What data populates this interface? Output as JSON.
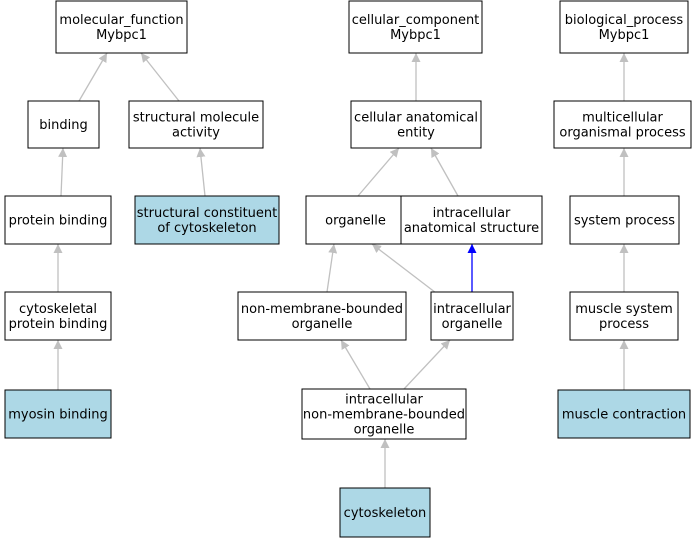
{
  "colors": {
    "default_fill": "#ffffff",
    "highlight_fill": "#add8e6",
    "border": "#000000",
    "edge_default": "#c0c0c0",
    "edge_special": "#0000ff"
  },
  "nodes": [
    {
      "id": "mf",
      "lines": [
        "molecular_function",
        "Mybpc1"
      ],
      "highlight": false
    },
    {
      "id": "bind",
      "lines": [
        "binding"
      ],
      "highlight": false
    },
    {
      "id": "sma",
      "lines": [
        "structural molecule",
        "activity"
      ],
      "highlight": false
    },
    {
      "id": "pb",
      "lines": [
        "protein binding"
      ],
      "highlight": false
    },
    {
      "id": "scc",
      "lines": [
        "structural constituent",
        "of cytoskeleton"
      ],
      "highlight": true
    },
    {
      "id": "cpb",
      "lines": [
        "cytoskeletal",
        "protein binding"
      ],
      "highlight": false
    },
    {
      "id": "myo",
      "lines": [
        "myosin binding"
      ],
      "highlight": true
    },
    {
      "id": "cc",
      "lines": [
        "cellular_component",
        "Mybpc1"
      ],
      "highlight": false
    },
    {
      "id": "cae",
      "lines": [
        "cellular anatomical",
        "entity"
      ],
      "highlight": false
    },
    {
      "id": "org",
      "lines": [
        "organelle"
      ],
      "highlight": false
    },
    {
      "id": "ias",
      "lines": [
        "intracellular",
        "anatomical structure"
      ],
      "highlight": false
    },
    {
      "id": "nmb",
      "lines": [
        "non-membrane-bounded",
        "organelle"
      ],
      "highlight": false
    },
    {
      "id": "io",
      "lines": [
        "intracellular",
        "organelle"
      ],
      "highlight": false
    },
    {
      "id": "inmb",
      "lines": [
        "intracellular",
        "non-membrane-bounded",
        "organelle"
      ],
      "highlight": false
    },
    {
      "id": "cyto",
      "lines": [
        "cytoskeleton"
      ],
      "highlight": true
    },
    {
      "id": "bp",
      "lines": [
        "biological_process",
        "Mybpc1"
      ],
      "highlight": false
    },
    {
      "id": "mop",
      "lines": [
        "multicellular",
        "organismal process"
      ],
      "highlight": false
    },
    {
      "id": "sp",
      "lines": [
        "system process"
      ],
      "highlight": false
    },
    {
      "id": "msp",
      "lines": [
        "muscle system",
        "process"
      ],
      "highlight": false
    },
    {
      "id": "mc",
      "lines": [
        "muscle contraction"
      ],
      "highlight": true
    }
  ],
  "edges": [
    {
      "from": "bind",
      "to": "mf",
      "kind": "is_a"
    },
    {
      "from": "sma",
      "to": "mf",
      "kind": "is_a"
    },
    {
      "from": "pb",
      "to": "bind",
      "kind": "is_a"
    },
    {
      "from": "scc",
      "to": "sma",
      "kind": "is_a"
    },
    {
      "from": "cpb",
      "to": "pb",
      "kind": "is_a"
    },
    {
      "from": "myo",
      "to": "cpb",
      "kind": "is_a"
    },
    {
      "from": "cae",
      "to": "cc",
      "kind": "is_a"
    },
    {
      "from": "org",
      "to": "cae",
      "kind": "is_a"
    },
    {
      "from": "ias",
      "to": "cae",
      "kind": "is_a"
    },
    {
      "from": "nmb",
      "to": "org",
      "kind": "is_a"
    },
    {
      "from": "io",
      "to": "org",
      "kind": "is_a"
    },
    {
      "from": "io",
      "to": "ias",
      "kind": "part_of"
    },
    {
      "from": "inmb",
      "to": "nmb",
      "kind": "is_a"
    },
    {
      "from": "inmb",
      "to": "io",
      "kind": "is_a"
    },
    {
      "from": "cyto",
      "to": "inmb",
      "kind": "is_a"
    },
    {
      "from": "mop",
      "to": "bp",
      "kind": "is_a"
    },
    {
      "from": "sp",
      "to": "mop",
      "kind": "is_a"
    },
    {
      "from": "msp",
      "to": "sp",
      "kind": "is_a"
    },
    {
      "from": "mc",
      "to": "msp",
      "kind": "is_a"
    }
  ]
}
